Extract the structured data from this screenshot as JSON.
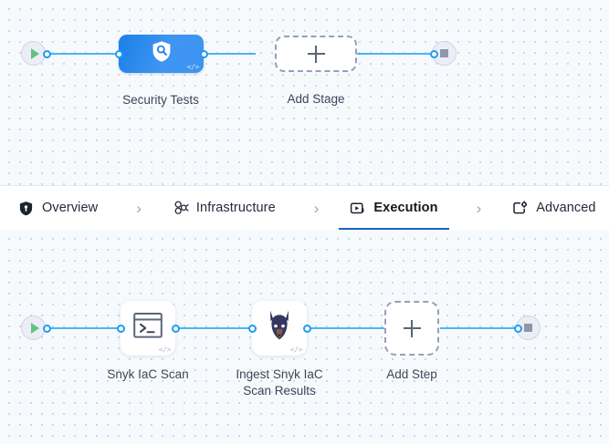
{
  "colors": {
    "canvas_bg": "#f7fafd",
    "grid_dot": "#c9d4e4",
    "wire": "#49b7f2",
    "port_ring": "#1b9df0",
    "stage_blue": "#1c7fe8",
    "tab_active_underline": "#1665c0",
    "play_green": "#5fc47e",
    "stop_gray": "#8f97ad",
    "dashed_border": "#97a0b4",
    "label_text": "#3c4659"
  },
  "stage_graph": {
    "start_node": {
      "name": "start-node",
      "icon": "play-icon"
    },
    "end_node": {
      "name": "end-node",
      "icon": "stop-icon"
    },
    "nodes": [
      {
        "id": "security-tests",
        "label": "Security Tests",
        "icon": "shield-search-icon",
        "badge": "</>",
        "type": "stage"
      },
      {
        "id": "add-stage",
        "label": "Add Stage",
        "icon": "plus-icon",
        "type": "add"
      }
    ]
  },
  "tabs": {
    "items": [
      {
        "id": "overview",
        "label": "Overview",
        "icon": "shield-icon",
        "active": false
      },
      {
        "id": "infrastructure",
        "label": "Infrastructure",
        "icon": "infrastructure-icon",
        "active": false
      },
      {
        "id": "execution",
        "label": "Execution",
        "icon": "execution-icon",
        "active": true
      },
      {
        "id": "advanced",
        "label": "Advanced",
        "icon": "advanced-gear-icon",
        "active": false
      }
    ],
    "separator": "›"
  },
  "step_graph": {
    "start_node": {
      "name": "start-node",
      "icon": "play-icon"
    },
    "end_node": {
      "name": "end-node",
      "icon": "stop-icon"
    },
    "nodes": [
      {
        "id": "snyk-iac-scan",
        "label": "Snyk IaC Scan",
        "icon": "terminal-icon",
        "badge": "</>",
        "type": "step"
      },
      {
        "id": "ingest-snyk-iac-scan-results",
        "label": "Ingest Snyk IaC\nScan Results",
        "icon": "snyk-doberman-icon",
        "badge": "</>",
        "type": "step"
      },
      {
        "id": "add-step",
        "label": "Add Step",
        "icon": "plus-icon",
        "type": "add"
      }
    ]
  }
}
